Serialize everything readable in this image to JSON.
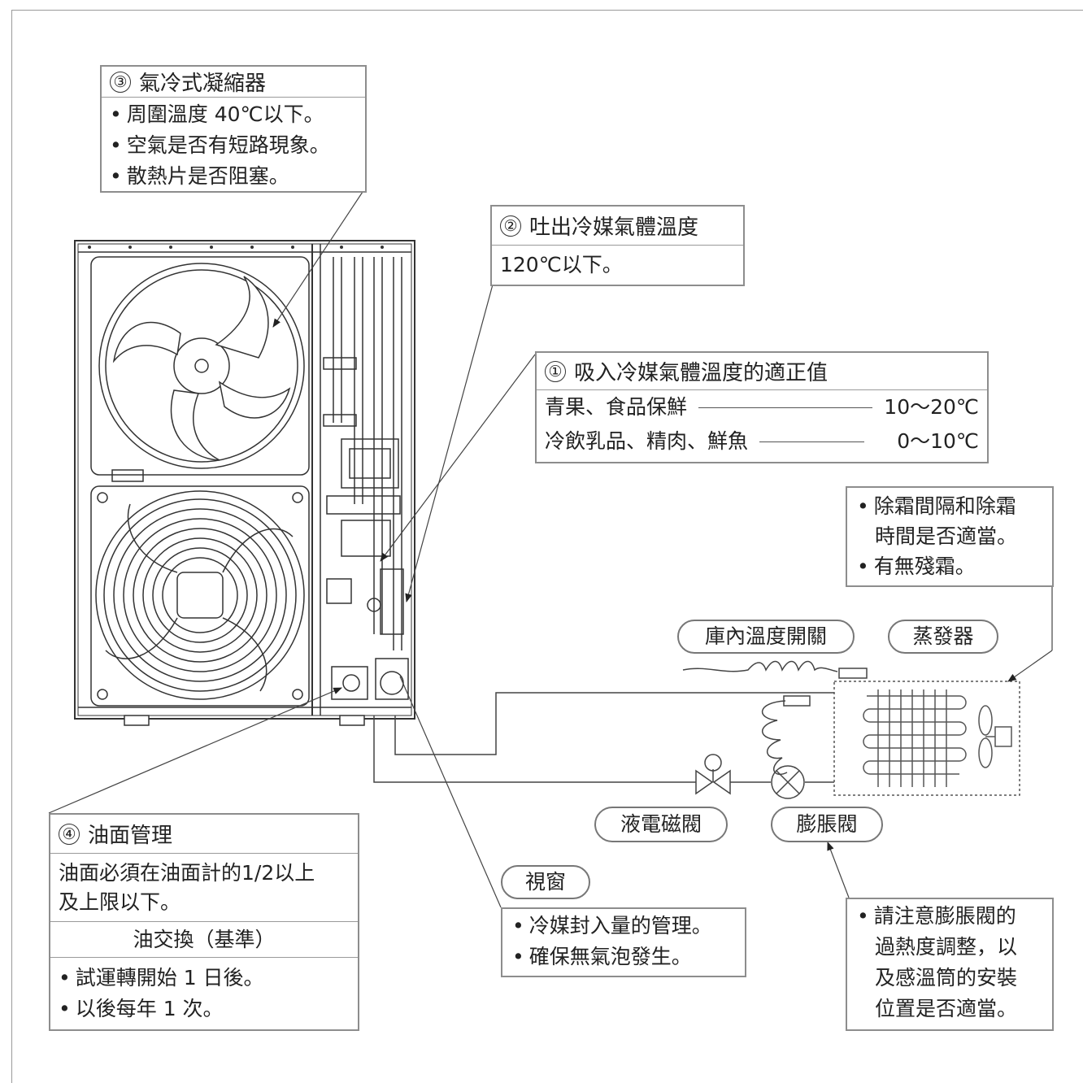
{
  "condenser_box": {
    "num": "③",
    "title": "氣冷式凝縮器",
    "items": [
      "周圍溫度 40℃以下。",
      "空氣是否有短路現象。",
      "散熱片是否阻塞。"
    ]
  },
  "discharge_box": {
    "num": "②",
    "title": "吐出冷媒氣體溫度",
    "value": "120℃以下。"
  },
  "suction_box": {
    "num": "①",
    "title": "吸入冷媒氣體溫度的適正值",
    "rows": [
      {
        "label": "青果、食品保鮮",
        "value": "10～20℃"
      },
      {
        "label": "冷飲乳品、精肉、鮮魚",
        "value": "0～10℃"
      }
    ]
  },
  "defrost_box": {
    "items": [
      "除霜間隔和除霜",
      "時間是否適當。",
      "有無殘霜。"
    ]
  },
  "oil_box": {
    "num": "④",
    "title": "油面管理",
    "desc_line1": "油面必須在油面計的1/2以上",
    "desc_line2": "及上限以下。",
    "subtitle": "油交換（基準）",
    "items": [
      "試運轉開始 1 日後。",
      "以後每年 1 次。"
    ]
  },
  "sight_box": {
    "items": [
      "冷媒封入量的管理。",
      "確保無氣泡發生。"
    ]
  },
  "expansion_note": {
    "lines": [
      "請注意膨脹閥的",
      "過熱度調整，以",
      "及感溫筒的安裝",
      "位置是否適當。"
    ]
  },
  "labels": {
    "thermostat": "庫內溫度開關",
    "evaporator": "蒸發器",
    "solenoid": "液電磁閥",
    "expansion": "膨脹閥",
    "sight_glass": "視窗"
  }
}
